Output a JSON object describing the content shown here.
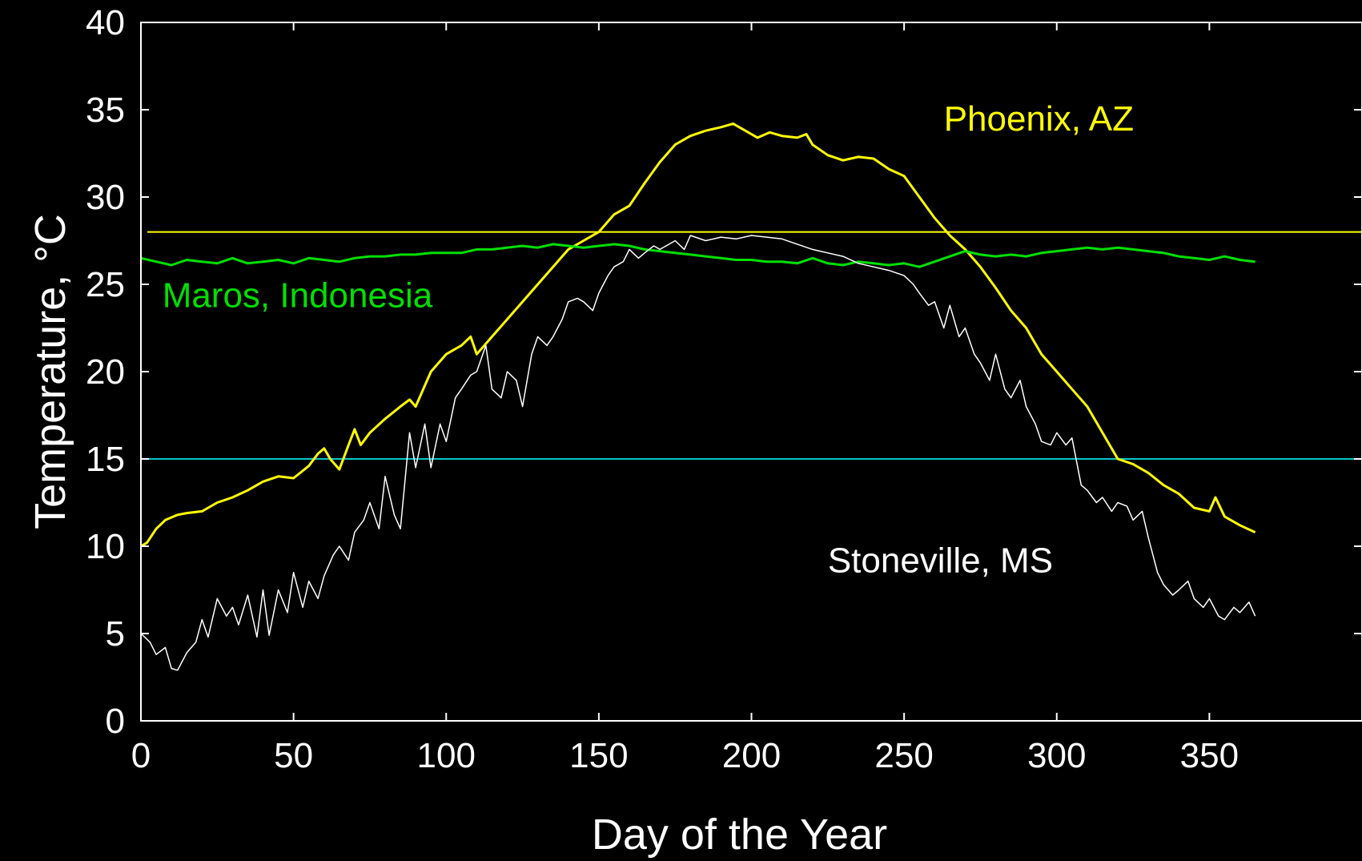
{
  "chart_data": {
    "type": "line",
    "title": "",
    "xlabel": "Day of the Year",
    "ylabel": "Temperature, °C",
    "xlim": [
      0,
      400
    ],
    "ylim": [
      0,
      40
    ],
    "xticks": [
      0,
      50,
      100,
      150,
      200,
      250,
      300,
      350
    ],
    "yticks": [
      0,
      5,
      10,
      15,
      20,
      25,
      30,
      35,
      40
    ],
    "grid": false,
    "background": "#000000",
    "reference_lines": [
      {
        "y": 28,
        "color": "#ffff00"
      },
      {
        "y": 15,
        "color": "#00c8c8"
      }
    ],
    "series": [
      {
        "name": "Phoenix, AZ",
        "color": "#ffff00",
        "x": [
          0,
          2,
          5,
          8,
          12,
          15,
          20,
          25,
          30,
          35,
          40,
          45,
          50,
          55,
          58,
          60,
          62,
          65,
          68,
          70,
          72,
          75,
          80,
          85,
          88,
          90,
          95,
          100,
          105,
          108,
          110,
          115,
          120,
          125,
          130,
          135,
          140,
          145,
          150,
          155,
          160,
          165,
          170,
          175,
          180,
          185,
          190,
          194,
          198,
          202,
          206,
          210,
          215,
          218,
          220,
          225,
          230,
          235,
          240,
          245,
          250,
          255,
          260,
          265,
          270,
          275,
          280,
          285,
          290,
          295,
          300,
          305,
          310,
          315,
          320,
          325,
          330,
          335,
          340,
          345,
          350,
          352,
          355,
          360,
          365
        ],
        "values": [
          10.0,
          10.2,
          11.0,
          11.5,
          11.8,
          11.9,
          12.0,
          12.5,
          12.8,
          13.2,
          13.7,
          14.0,
          13.9,
          14.6,
          15.3,
          15.6,
          15.0,
          14.4,
          15.8,
          16.7,
          15.8,
          16.5,
          17.3,
          18.0,
          18.4,
          18.0,
          20.0,
          21.0,
          21.5,
          22.0,
          21.0,
          22.0,
          23.0,
          24.0,
          25.0,
          26.0,
          27.0,
          27.5,
          28.0,
          29.0,
          29.5,
          30.8,
          32.0,
          33.0,
          33.5,
          33.8,
          34.0,
          34.2,
          33.8,
          33.4,
          33.7,
          33.5,
          33.4,
          33.6,
          33.0,
          32.4,
          32.1,
          32.3,
          32.2,
          31.6,
          31.2,
          30.0,
          28.8,
          27.8,
          27.0,
          26.0,
          24.8,
          23.5,
          22.5,
          21.0,
          20.0,
          19.0,
          18.0,
          16.5,
          15.0,
          14.7,
          14.2,
          13.5,
          13.0,
          12.2,
          12.0,
          12.8,
          11.7,
          11.2,
          10.8
        ]
      },
      {
        "name": "Maros, Indonesia",
        "color": "#00e000",
        "x": [
          0,
          5,
          10,
          15,
          20,
          25,
          30,
          35,
          40,
          45,
          50,
          55,
          60,
          65,
          70,
          75,
          80,
          85,
          90,
          95,
          100,
          105,
          110,
          115,
          120,
          125,
          130,
          135,
          140,
          145,
          150,
          155,
          160,
          165,
          170,
          175,
          180,
          185,
          190,
          195,
          200,
          205,
          210,
          215,
          220,
          225,
          230,
          235,
          240,
          245,
          250,
          255,
          260,
          265,
          270,
          275,
          280,
          285,
          290,
          295,
          300,
          305,
          310,
          315,
          320,
          325,
          330,
          335,
          340,
          345,
          350,
          355,
          360,
          365
        ],
        "values": [
          26.5,
          26.3,
          26.1,
          26.4,
          26.3,
          26.2,
          26.5,
          26.2,
          26.3,
          26.4,
          26.2,
          26.5,
          26.4,
          26.3,
          26.5,
          26.6,
          26.6,
          26.7,
          26.7,
          26.8,
          26.8,
          26.8,
          27.0,
          27.0,
          27.1,
          27.2,
          27.1,
          27.3,
          27.2,
          27.1,
          27.2,
          27.3,
          27.2,
          27.0,
          26.9,
          26.8,
          26.7,
          26.6,
          26.5,
          26.4,
          26.4,
          26.3,
          26.3,
          26.2,
          26.5,
          26.2,
          26.1,
          26.3,
          26.2,
          26.1,
          26.2,
          26.0,
          26.3,
          26.6,
          26.9,
          26.7,
          26.6,
          26.7,
          26.6,
          26.8,
          26.9,
          27.0,
          27.1,
          27.0,
          27.1,
          27.0,
          26.9,
          26.8,
          26.6,
          26.5,
          26.4,
          26.6,
          26.4,
          26.3
        ]
      },
      {
        "name": "Stoneville, MS",
        "color": "#ffffff",
        "x": [
          0,
          3,
          5,
          8,
          10,
          12,
          15,
          18,
          20,
          22,
          25,
          28,
          30,
          32,
          35,
          38,
          40,
          42,
          45,
          48,
          50,
          53,
          55,
          58,
          60,
          63,
          65,
          68,
          70,
          73,
          75,
          78,
          80,
          83,
          85,
          88,
          90,
          93,
          95,
          98,
          100,
          103,
          105,
          108,
          110,
          113,
          115,
          118,
          120,
          123,
          125,
          128,
          130,
          133,
          135,
          138,
          140,
          143,
          145,
          148,
          150,
          153,
          155,
          158,
          160,
          163,
          165,
          168,
          170,
          173,
          175,
          178,
          180,
          185,
          190,
          195,
          200,
          205,
          210,
          215,
          220,
          225,
          230,
          235,
          240,
          245,
          250,
          253,
          255,
          258,
          260,
          263,
          265,
          268,
          270,
          273,
          275,
          278,
          280,
          283,
          285,
          288,
          290,
          293,
          295,
          298,
          300,
          303,
          305,
          308,
          310,
          313,
          315,
          318,
          320,
          323,
          325,
          328,
          330,
          333,
          335,
          338,
          340,
          343,
          345,
          348,
          350,
          353,
          355,
          358,
          360,
          363,
          365
        ],
        "values": [
          5.0,
          4.5,
          3.8,
          4.2,
          3.0,
          2.9,
          3.9,
          4.5,
          5.8,
          4.8,
          7.0,
          6.0,
          6.5,
          5.5,
          7.2,
          4.8,
          7.5,
          4.9,
          7.5,
          6.2,
          8.5,
          6.5,
          8.0,
          7.0,
          8.3,
          9.5,
          10.0,
          9.2,
          10.8,
          11.5,
          12.5,
          11.0,
          14.0,
          11.8,
          11.0,
          16.5,
          14.5,
          17.0,
          14.5,
          17.0,
          16.0,
          18.5,
          19.0,
          19.8,
          20.0,
          21.5,
          19.0,
          18.5,
          20.0,
          19.5,
          18.0,
          21.0,
          22.0,
          21.5,
          22.0,
          23.0,
          24.0,
          24.2,
          24.0,
          23.5,
          24.5,
          25.5,
          26.0,
          26.3,
          27.0,
          26.5,
          26.8,
          27.2,
          27.0,
          27.3,
          27.5,
          27.0,
          27.8,
          27.5,
          27.7,
          27.6,
          27.8,
          27.7,
          27.6,
          27.3,
          27.0,
          26.8,
          26.6,
          26.2,
          26.0,
          25.8,
          25.5,
          25.0,
          24.5,
          23.8,
          24.0,
          22.5,
          23.8,
          22.0,
          22.5,
          21.0,
          20.5,
          19.5,
          21.0,
          19.0,
          18.5,
          19.5,
          18.0,
          17.0,
          16.0,
          15.8,
          16.5,
          15.8,
          16.2,
          13.5,
          13.2,
          12.5,
          12.8,
          12.0,
          12.5,
          12.3,
          11.5,
          12.0,
          10.5,
          8.5,
          7.8,
          7.2,
          7.5,
          8.0,
          7.0,
          6.5,
          7.0,
          6.0,
          5.8,
          6.5,
          6.2,
          6.8,
          6.0
        ]
      }
    ],
    "annotations": [
      {
        "text": "Phoenix, AZ",
        "x": 263,
        "y": 33.8,
        "color": "#ffff00"
      },
      {
        "text": "Maros, Indonesia",
        "x": 7,
        "y": 23.7,
        "color": "#00e000"
      },
      {
        "text": "Stoneville, MS",
        "x": 225,
        "y": 8.5,
        "color": "#ffffff"
      }
    ]
  }
}
